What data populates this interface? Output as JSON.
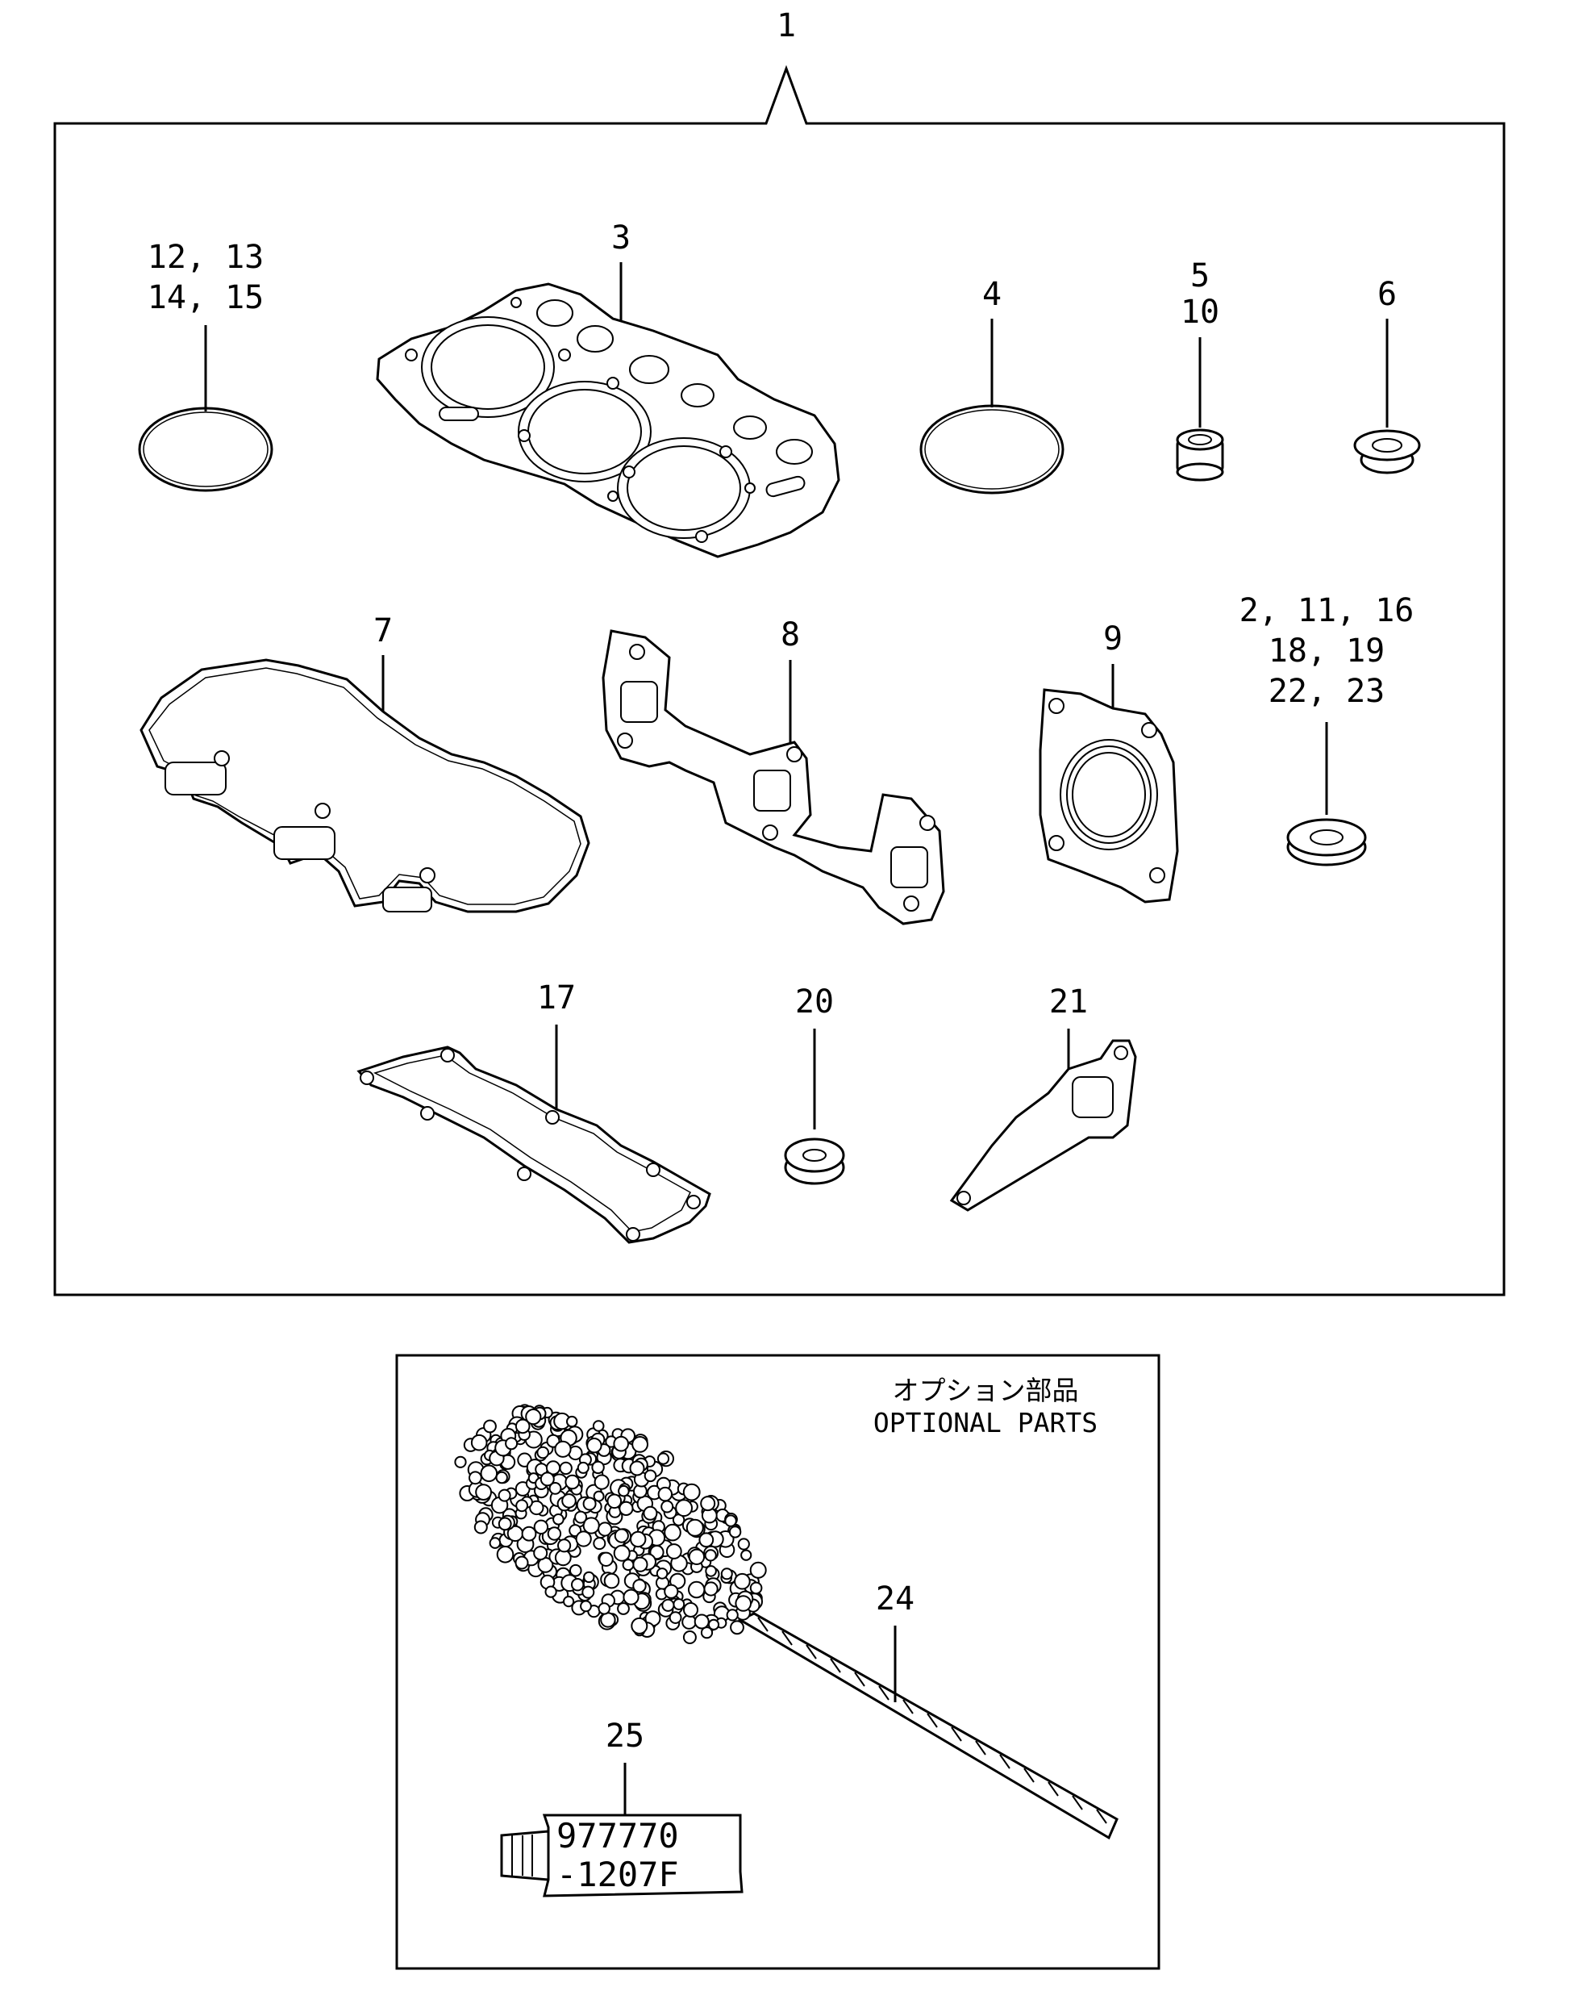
{
  "callouts": {
    "kit": "1",
    "c12_13": "12, 13",
    "c14_15": "14, 15",
    "c3": "3",
    "c4": "4",
    "c5": "5",
    "c10": "10",
    "c6": "6",
    "c7": "7",
    "c8": "8",
    "c9": "9",
    "c2_11_16": "2, 11, 16",
    "c18_19": "18, 19",
    "c22_23": "22, 23",
    "c17": "17",
    "c20": "20",
    "c21": "21",
    "c24": "24",
    "c25": "25"
  },
  "optional": {
    "jp": "オプション部品",
    "en": "OPTIONAL PARTS"
  },
  "tube_label": {
    "line1": "977770",
    "line2": "-1207F"
  }
}
